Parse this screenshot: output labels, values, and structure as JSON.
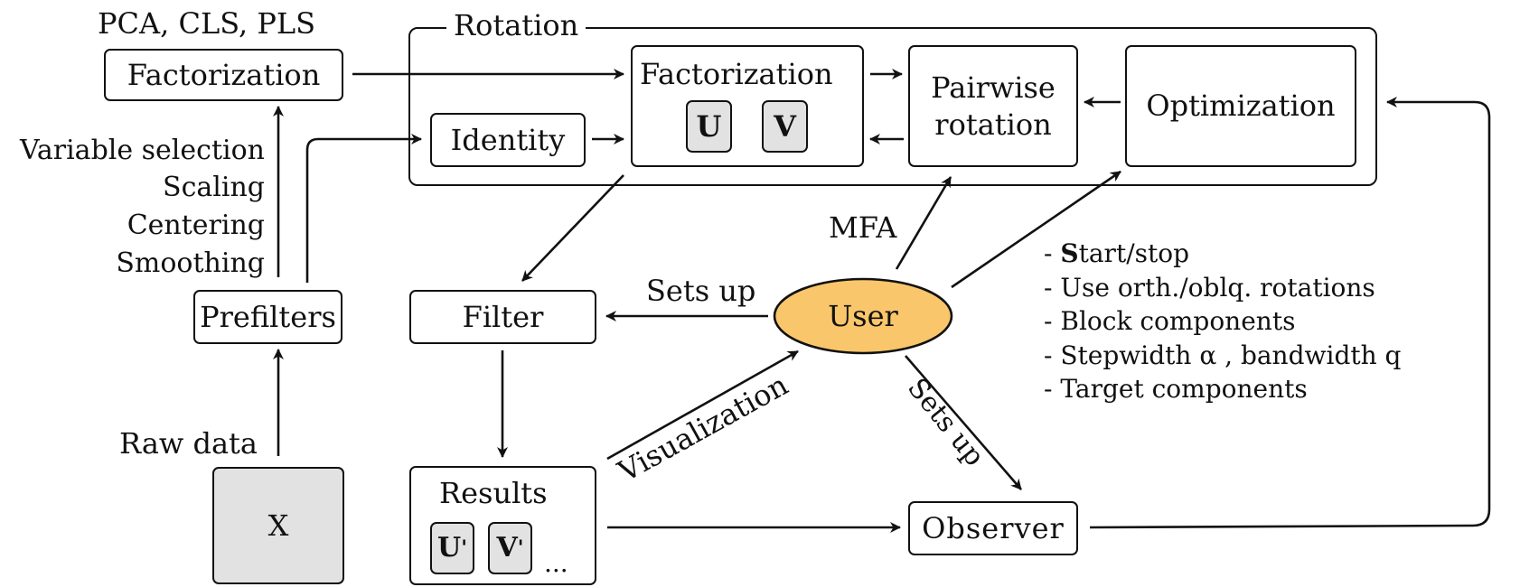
{
  "labels": {
    "methods": "PCA, CLS, PLS",
    "factorization_left": "Factorization",
    "rotation": "Rotation",
    "factorization_inner": "Factorization",
    "u_matrix": "U",
    "v_matrix": "V",
    "pairwise_line1": "Pairwise",
    "pairwise_line2": "rotation",
    "optimization": "Optimization",
    "identity": "Identity",
    "variable_selection": "Variable selection",
    "scaling": "Scaling",
    "centering": "Centering",
    "smoothing": "Smoothing",
    "prefilters": "Prefilters",
    "raw_data": "Raw data",
    "x_matrix": "X",
    "filter": "Filter",
    "sets_up_left": "Sets up",
    "user": "User",
    "mfa": "MFA",
    "visualization": "Visualization",
    "sets_up_diag": "Sets up",
    "results": "Results",
    "u_prime": "U",
    "v_prime": "V",
    "prime_mark": "'",
    "ellipsis": "...",
    "observer": "Observer"
  },
  "options": [
    {
      "dash": "- ",
      "bold": "S",
      "text": "tart/stop"
    },
    {
      "dash": "- ",
      "bold": "",
      "text": "Use orth./oblq. rotations"
    },
    {
      "dash": "- ",
      "bold": "",
      "text": "Block components"
    },
    {
      "dash": "- ",
      "bold": "",
      "text": "Stepwidth α , bandwidth q"
    },
    {
      "dash": "- ",
      "bold": "",
      "text": "Target components"
    }
  ],
  "colors": {
    "user_fill": "#f9c66b",
    "matrix_fill": "#e2e2e2",
    "stroke": "#111111"
  }
}
